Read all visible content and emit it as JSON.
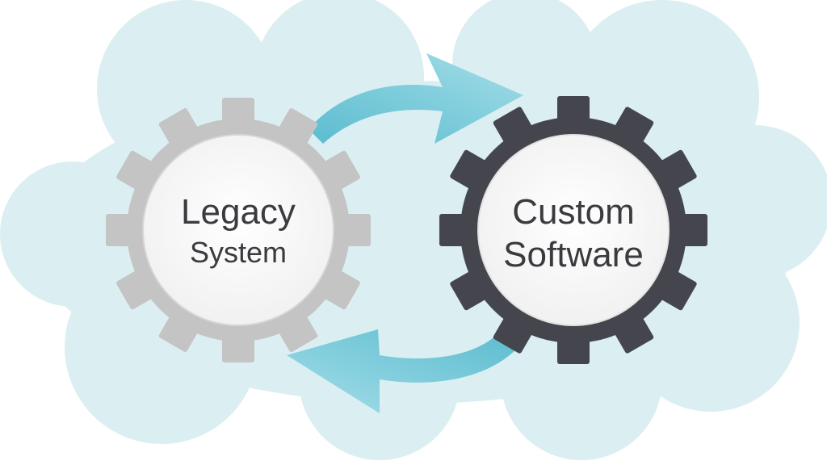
{
  "diagram": {
    "left_gear": {
      "line1": "Legacy",
      "line2": "System",
      "color": "#c4c4c4"
    },
    "right_gear": {
      "line1": "Custom",
      "line2": "Software",
      "color": "#45464d"
    },
    "arrow_color": "#6cc3d5",
    "cloud_color": "#dbeff2"
  }
}
